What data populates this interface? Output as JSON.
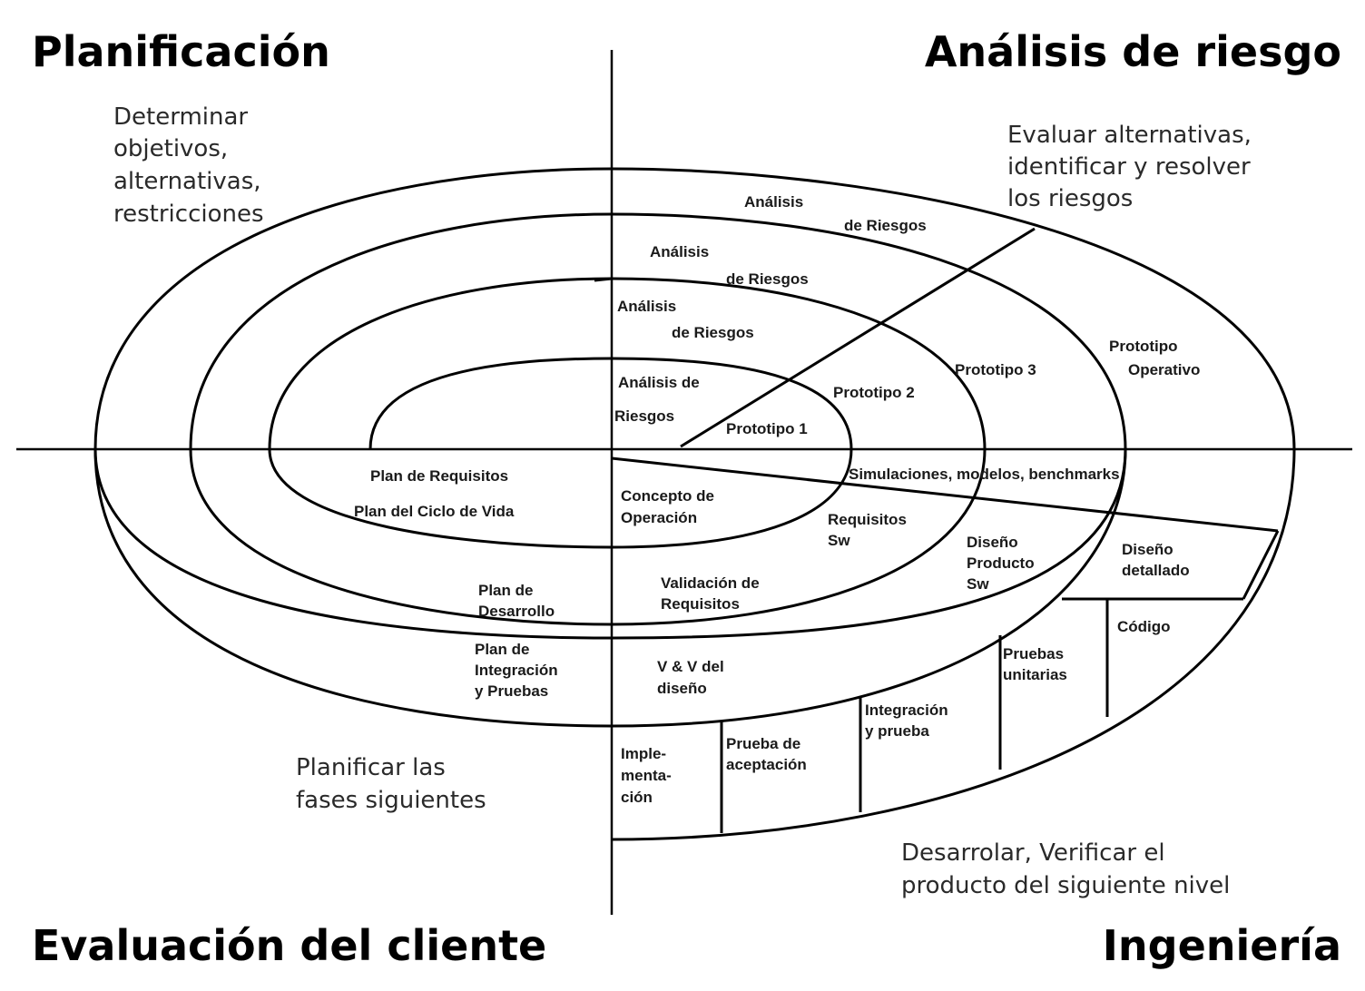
{
  "quadrants": {
    "planning": "Planificación",
    "risk": "Análisis de riesgo",
    "client": "Evaluación del cliente",
    "engineering": "Ingeniería"
  },
  "descriptions": {
    "planning": [
      "Determinar",
      "objetivos,",
      "alternativas,",
      "restricciones"
    ],
    "risk": [
      "Evaluar alternativas,",
      "identificar y resolver",
      "los riesgos"
    ],
    "next_phases": [
      "Planificar las",
      "fases siguientes"
    ],
    "develop": [
      "Desarrolar, Verificar el",
      "producto del siguiente nivel"
    ]
  },
  "risk_analysis": {
    "ring4": [
      "Análisis",
      "de Riesgos"
    ],
    "ring3": [
      "Análisis",
      "de Riesgos"
    ],
    "ring2": [
      "Análisis",
      "de Riesgos"
    ],
    "ring1": [
      "Análisis de",
      "Riesgos"
    ]
  },
  "prototypes": {
    "p1": "Prototipo 1",
    "p2": "Prototipo 2",
    "p3": "Prototipo 3",
    "operative": [
      "Prototipo",
      "Operativo"
    ]
  },
  "planning_labels": {
    "requirements_plan": "Plan de Requisitos",
    "life_cycle_plan": "Plan del Ciclo de Vida",
    "development_plan": [
      "Plan de",
      "Desarrollo"
    ],
    "integration_plan": [
      "Plan de",
      "Integración",
      "y Pruebas"
    ]
  },
  "engineering_labels": {
    "simulations": "Simulaciones, modelos, benchmarks",
    "operation_concept": [
      "Concepto de",
      "Operación"
    ],
    "sw_requirements": [
      "Requisitos",
      "Sw"
    ],
    "product_design": [
      "Diseño",
      "Producto",
      "Sw"
    ],
    "detailed_design": [
      "Diseño",
      "detallado"
    ],
    "code": "Código",
    "requirements_validation": [
      "Validación de",
      "Requisitos"
    ],
    "design_vv": [
      "V & V del",
      "diseño"
    ],
    "unit_tests": [
      "Pruebas",
      "unitarias"
    ],
    "integration_test": [
      "Integración",
      "y prueba"
    ],
    "acceptance_test": [
      "Prueba de",
      "aceptación"
    ],
    "implementation": [
      "Imple-",
      "menta-",
      "ción"
    ]
  }
}
